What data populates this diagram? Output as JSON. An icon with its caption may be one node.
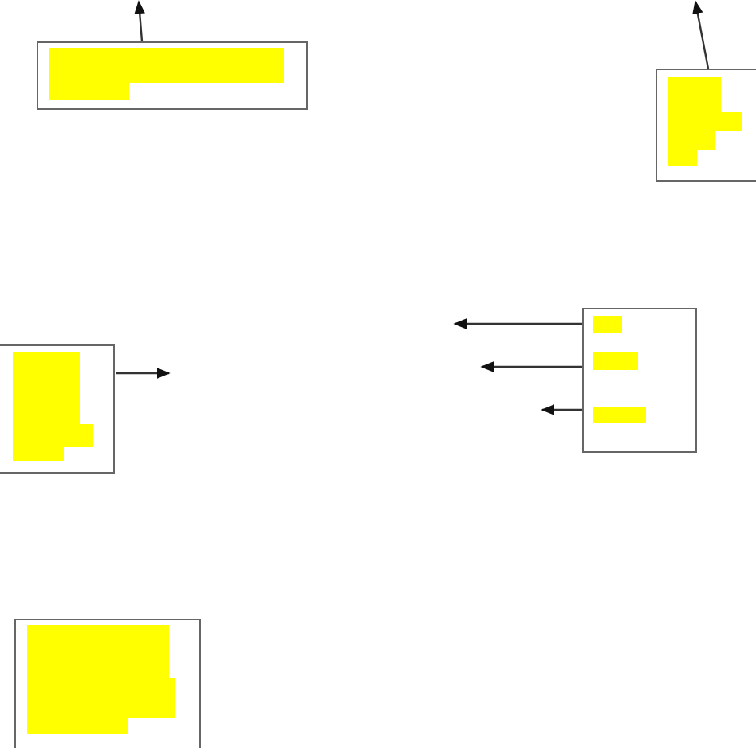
{
  "diagram": {
    "nodes": [
      {
        "text": [],
        "shape": "box"
      },
      {
        "text": [],
        "shape": "box"
      },
      {
        "text": [],
        "shape": "box"
      },
      {
        "text": [],
        "shape": "box"
      },
      {
        "text": [],
        "shape": "box"
      }
    ],
    "edges": [
      {
        "from": 0,
        "to": null,
        "arrow": "to"
      },
      {
        "from": 1,
        "to": null,
        "arrow": "to"
      },
      {
        "from": 2,
        "to": null,
        "arrow": "to"
      },
      {
        "from": 3,
        "to": null,
        "arrow": "to"
      },
      {
        "from": 3,
        "to": null,
        "arrow": "to"
      },
      {
        "from": 3,
        "to": null,
        "arrow": "to"
      }
    ]
  }
}
